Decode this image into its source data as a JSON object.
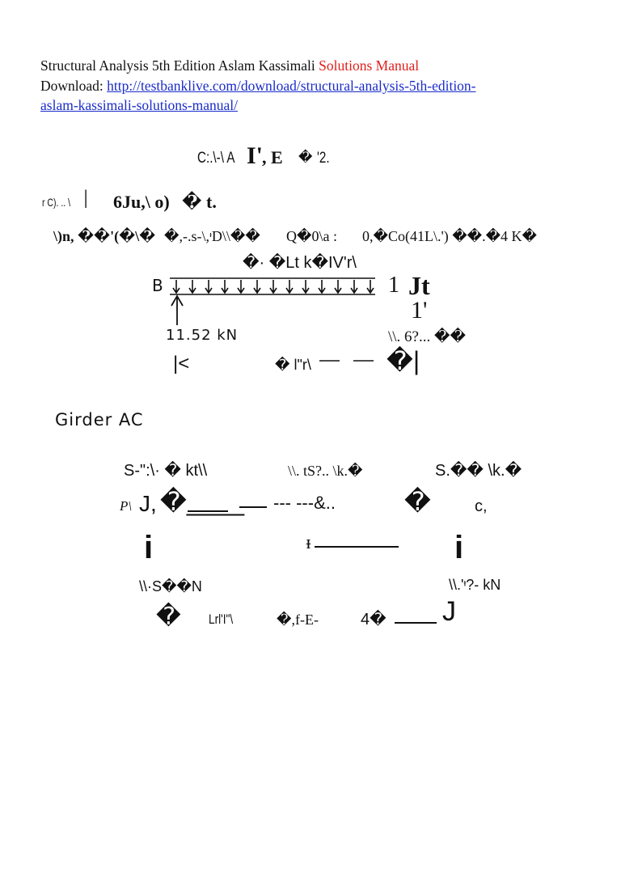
{
  "header": {
    "title_plain": "Structural Analysis 5th Edition Aslam Kassimali ",
    "title_red": "Solutions Manual",
    "download_label": "Download: ",
    "link_line1": "http://testbanklive.com/download/structural-analysis-5th-edition-",
    "link_line2": "aslam-kassimali-solutions-manual/"
  },
  "scan": {
    "l1": "C:.\\-\\ A",
    "l1b": "I'",
    "l1c": ", E",
    "l1d": "�",
    "l1e": "'2.",
    "l2a": "r C). .. \\",
    "l2b": "|",
    "l2c": "6Ju,\\ o)",
    "l2d": "� t.",
    "l3a": "\\)n, ��'(�\\�",
    "l3b": "�,-.s-\\,ᶧD\\\\��",
    "l3c": "Q�0\\a :",
    "l3d": "0,�Co(41L\\.') ��.�4 K�",
    "l4": "�· �Lt k�IV'r\\",
    "beam_left": "B",
    "beam_right1": "1",
    "beam_right2": "Jt",
    "beam_right3": "1'",
    "reaction_left": "11.52 kN",
    "reaction_right": "\\\\. 6?... ��",
    "dim_left": "|<",
    "dim_mid": "� l\"r\\",
    "dim_right": "�|",
    "girder_label": "Girder AC",
    "g1a": "S-\":\\· � kt\\\\",
    "g1b": "\\\\.  tS?..  \\k.�",
    "g1c": "S.�� \\k.�",
    "g2a": "P\\",
    "g2b": "J,",
    "g2c": "�____",
    "g2d": "--- ---&..",
    "g2e": "�",
    "g2f": "c,",
    "g3a": "i",
    "g3b": "ᶧ",
    "g3c": "i",
    "g4a": "\\\\·S��N",
    "g4b": "\\\\.'ᶧ?- kN",
    "g5a": "�",
    "g5b": "Lrl'I\"\\",
    "g5c": "�,f-E-",
    "g5d": "4�",
    "g5e": "J"
  },
  "colors": {
    "red": "#e0201b",
    "link": "#1a2cc9",
    "ink": "#111111"
  }
}
